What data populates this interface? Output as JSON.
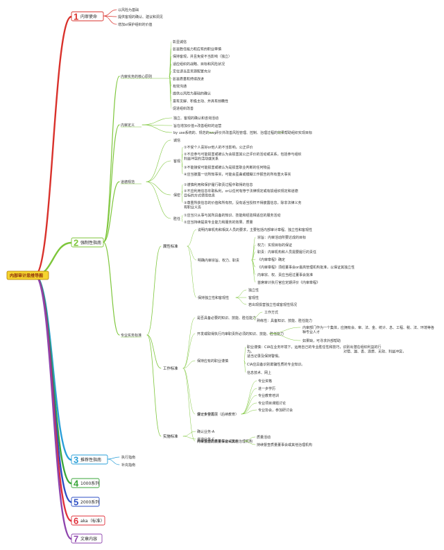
{
  "root": {
    "label": "内部审计思维导图",
    "color": "#f5d430",
    "border": "#b07a00"
  },
  "branches": [
    {
      "num": "1",
      "label": "内审使命",
      "color": "#d9312b",
      "children": [
        "以风险为基础",
        "提供客观的确认、建议和洞见",
        "增加xi保护组织的价值"
      ]
    },
    {
      "num": "2",
      "label": "强制性指南",
      "color": "#7dc63a",
      "groups": [
        {
          "label": "内审实务的核心原则",
          "children": [
            "彰显诚信",
            "彰显胜任能力和应有的职业审慎",
            "保持客观，并且免受不当影响（独立）",
            "适应组织的战略、目标和风险状况",
            "定位适当且资源配置充分",
            "彰显质量和持续改进",
            "有效沟通",
            "提供以风险为基础的确认",
            "富有见解、积极主动、并具有前瞻性",
            "促进组织改善"
          ]
        },
        {
          "label": "内审定义",
          "children": [
            "独立、客观的确认和咨询活动",
            "旨在增加价值+改善组织的运营",
            "by use系统的、规范的way",
            "评价并改善风险管理、控制、治理过程的效果",
            "帮助组织实现目标"
          ]
        },
        {
          "label": "道德规范",
          "children": [
            "诚信",
            "客观",
            "保密",
            "胜任",
            "①不受个人喜好or他人的不当影响，公正评价",
            "②不应参与可能损害或被认为会损害其公正评价的活动或关系，包括参与组织利益冲突的活动或关系",
            "③不能接受可能损害或被认为是损害职业判断的任何物品",
            "④应当披露一切所知事实，可能会歪曲或模糊工作报告的所有重大事实",
            "①谨慎利用和保护履行职责过程中取得的信息",
            "②不应利用信息牟取私利，or以任何有悖于法律规定或有损组织规定和道德目标的方式使用信息",
            "③尊重所获信息的价值和所有权，没有适当授权不得披露信息，除非法律义务有职业义务",
            "①应当只从事与其所具备的知识、技能和经验相适应的服务活动",
            "②应当持续提高专业能力和服务的效果、质量"
          ]
        },
        {
          "label": "专业实务标准",
          "children": [
            "属性标准",
            "工作标准",
            "实施标准",
            "说明内审机构和相关人员的要求，主要包括内部审计章程、独立性和客观性",
            "明确内审宗旨、权力、职责",
            "宗旨：内审活动所要达成的目标",
            "权力：实现目标的保证",
            "职责：内审机构和人员需要履行的责任",
            "《内审章程》确定",
            "《内审章程》须经董事会or最高管理机构批准，以保证其独立性",
            "内审宗、权、责应当经过董事会批准",
            "首席审计执行官应定期评价《内审章程》",
            "保持独立性和客观性",
            "独立性",
            "客观性",
            "若出现损害独立性或客观性情况",
            "是否具备必要的知识、技能、胜任能力",
            "工作方式",
            "熟练性：具备知识、技能、胜任能力",
            "开发或取得执行内审职责所必须的知识、技能、胜任能力",
            "内审部门作为一个集体，应拥有会、审、法、金、统计、息、工程、税、法、环境等各种专业人才",
            "如果缺，可寻求外部帮助",
            "保持应有的职业谨慎",
            "职业谨慎：CIA在业务环境下，运用自己的专业胜任性和技巧，识别出潜在组织利益的行为。",
            "对错、漏、丢、浪费、无效、利益冲突，适当记录及保持警惕。",
            "CIA应具备识别欺骗性质的专业知识。",
            "信息技术、网上",
            "保证专业发展（后续教育）",
            "专业资格",
            "进一步学历",
            "专业教育培训",
            "专业项目课题讨论",
            "专业协会，参加研讨会",
            "内审活动的质量保证+改进",
            "质量活动",
            "持续督查质量董事会或其他治理机构",
            "确认业务-A",
            "咨询业务-C"
          ]
        }
      ]
    },
    {
      "num": "3",
      "label": "推荐性指南",
      "color": "#2a9fd8",
      "children": [
        "执行指南",
        "补充指南"
      ]
    },
    {
      "num": "4",
      "label": "1000系列",
      "color": "#3aa63a",
      "children": []
    },
    {
      "num": "5",
      "label": "2000系列",
      "color": "#2e4fc4",
      "children": []
    },
    {
      "num": "6",
      "label": "aka（标准）",
      "color": "#e0303b",
      "children": []
    },
    {
      "num": "7",
      "label": "文章内容",
      "color": "#8e44ad",
      "children": []
    }
  ]
}
